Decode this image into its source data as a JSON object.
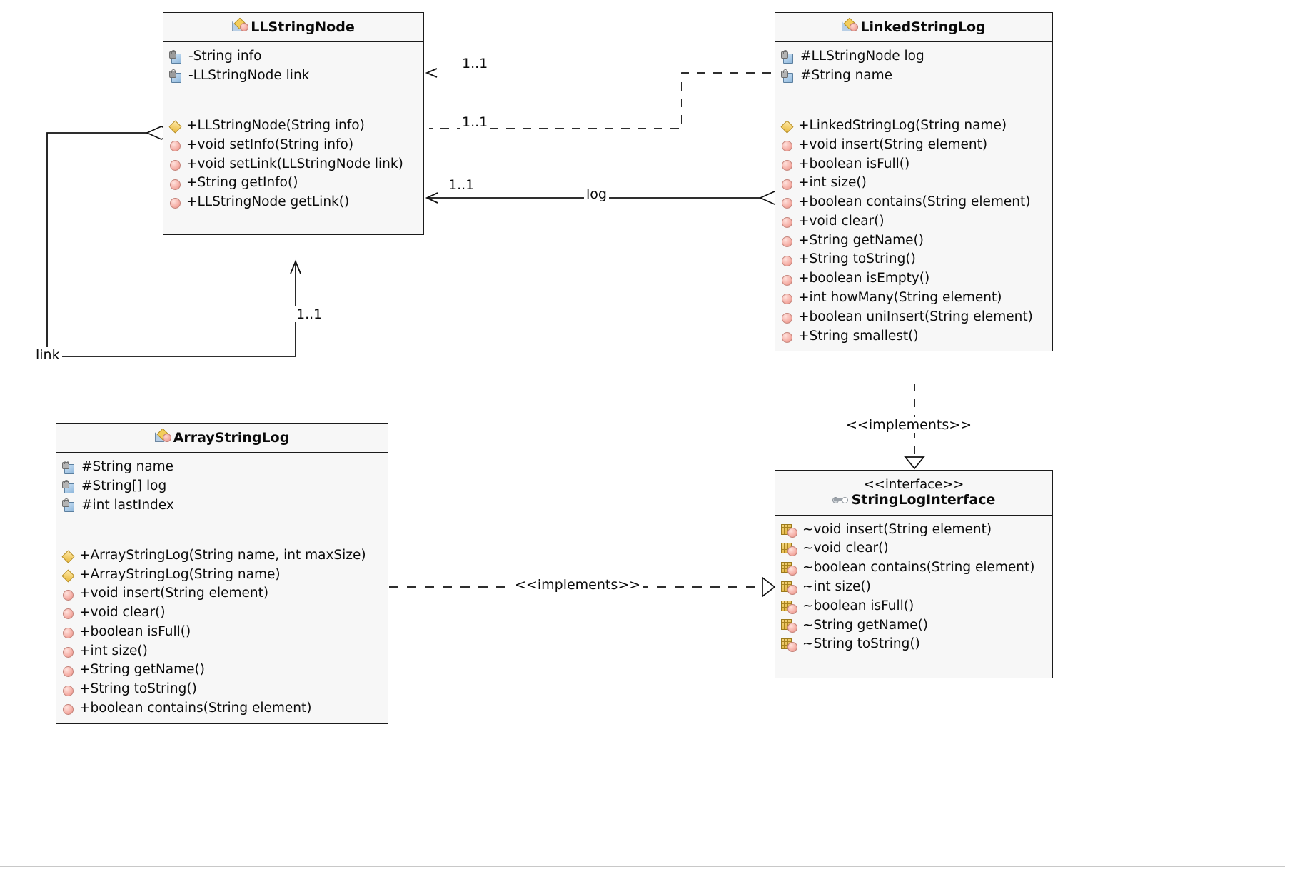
{
  "diagram": {
    "type": "uml-class-diagram",
    "classes": [
      {
        "id": "llstringnode",
        "name": "LLStringNode",
        "kind": "class",
        "icon": "class-icon",
        "fields": [
          {
            "text": "-String info",
            "visibility": "private",
            "icon": "field-private-icon"
          },
          {
            "text": "-LLStringNode link",
            "visibility": "private",
            "icon": "field-private-icon"
          }
        ],
        "methods": [
          {
            "text": "+LLStringNode(String info)",
            "visibility": "public",
            "icon": "constructor-icon"
          },
          {
            "text": "+void setInfo(String info)",
            "visibility": "public",
            "icon": "method-icon"
          },
          {
            "text": "+void setLink(LLStringNode link)",
            "visibility": "public",
            "icon": "method-icon"
          },
          {
            "text": "+String getInfo()",
            "visibility": "public",
            "icon": "method-icon"
          },
          {
            "text": "+LLStringNode getLink()",
            "visibility": "public",
            "icon": "method-icon"
          }
        ]
      },
      {
        "id": "linkedstringlog",
        "name": "LinkedStringLog",
        "kind": "class",
        "icon": "class-icon",
        "fields": [
          {
            "text": "#LLStringNode log",
            "visibility": "protected",
            "icon": "field-protected-icon"
          },
          {
            "text": "#String name",
            "visibility": "protected",
            "icon": "field-protected-icon"
          }
        ],
        "methods": [
          {
            "text": "+LinkedStringLog(String name)",
            "visibility": "public",
            "icon": "constructor-icon"
          },
          {
            "text": "+void insert(String element)",
            "visibility": "public",
            "icon": "method-icon"
          },
          {
            "text": "+boolean isFull()",
            "visibility": "public",
            "icon": "method-icon"
          },
          {
            "text": "+int size()",
            "visibility": "public",
            "icon": "method-icon"
          },
          {
            "text": "+boolean contains(String element)",
            "visibility": "public",
            "icon": "method-icon"
          },
          {
            "text": "+void clear()",
            "visibility": "public",
            "icon": "method-icon"
          },
          {
            "text": "+String getName()",
            "visibility": "public",
            "icon": "method-icon"
          },
          {
            "text": "+String toString()",
            "visibility": "public",
            "icon": "method-icon"
          },
          {
            "text": "+boolean isEmpty()",
            "visibility": "public",
            "icon": "method-icon"
          },
          {
            "text": "+int howMany(String element)",
            "visibility": "public",
            "icon": "method-icon"
          },
          {
            "text": "+boolean uniInsert(String element)",
            "visibility": "public",
            "icon": "method-icon"
          },
          {
            "text": "+String smallest()",
            "visibility": "public",
            "icon": "method-icon"
          }
        ]
      },
      {
        "id": "arraystringlog",
        "name": "ArrayStringLog",
        "kind": "class",
        "icon": "class-icon",
        "fields": [
          {
            "text": "#String name",
            "visibility": "protected",
            "icon": "field-protected-icon"
          },
          {
            "text": "#String[] log",
            "visibility": "protected",
            "icon": "field-protected-icon"
          },
          {
            "text": "#int lastIndex",
            "visibility": "protected",
            "icon": "field-protected-icon"
          }
        ],
        "methods": [
          {
            "text": "+ArrayStringLog(String name, int maxSize)",
            "visibility": "public",
            "icon": "constructor-icon"
          },
          {
            "text": "+ArrayStringLog(String name)",
            "visibility": "public",
            "icon": "constructor-icon"
          },
          {
            "text": "+void insert(String element)",
            "visibility": "public",
            "icon": "method-icon"
          },
          {
            "text": "+void clear()",
            "visibility": "public",
            "icon": "method-icon"
          },
          {
            "text": "+boolean isFull()",
            "visibility": "public",
            "icon": "method-icon"
          },
          {
            "text": "+int size()",
            "visibility": "public",
            "icon": "method-icon"
          },
          {
            "text": "+String getName()",
            "visibility": "public",
            "icon": "method-icon"
          },
          {
            "text": "+String toString()",
            "visibility": "public",
            "icon": "method-icon"
          },
          {
            "text": "+boolean contains(String element)",
            "visibility": "public",
            "icon": "method-icon"
          }
        ]
      },
      {
        "id": "stringloginterface",
        "name": "StringLogInterface",
        "kind": "interface",
        "stereotype": "<<interface>>",
        "icon": "interface-icon",
        "fields": [],
        "methods": [
          {
            "text": "~void insert(String element)",
            "visibility": "package",
            "icon": "interface-method-icon"
          },
          {
            "text": "~void clear()",
            "visibility": "package",
            "icon": "interface-method-icon"
          },
          {
            "text": "~boolean contains(String element)",
            "visibility": "package",
            "icon": "interface-method-icon"
          },
          {
            "text": "~int size()",
            "visibility": "package",
            "icon": "interface-method-icon"
          },
          {
            "text": "~boolean isFull()",
            "visibility": "package",
            "icon": "interface-method-icon"
          },
          {
            "text": "~String getName()",
            "visibility": "package",
            "icon": "interface-method-icon"
          },
          {
            "text": "~String toString()",
            "visibility": "package",
            "icon": "interface-method-icon"
          }
        ]
      }
    ],
    "edge_labels": {
      "mult_top": "1..1",
      "mult_mid": "1..1",
      "mult_log": "1..1",
      "mult_link": "1..1",
      "role_log": "log",
      "role_link": "link",
      "implements_linked": "<<implements>>",
      "implements_array": "<<implements>>"
    },
    "colors": {
      "box_fill": "#f7f7f7",
      "box_border": "#1b1b1b",
      "text": "#0a0a0a",
      "edge": "#111111",
      "icon_orange": "#e9b93c",
      "icon_pink": "#f0a39a",
      "icon_blue": "#8fb8dc"
    }
  }
}
